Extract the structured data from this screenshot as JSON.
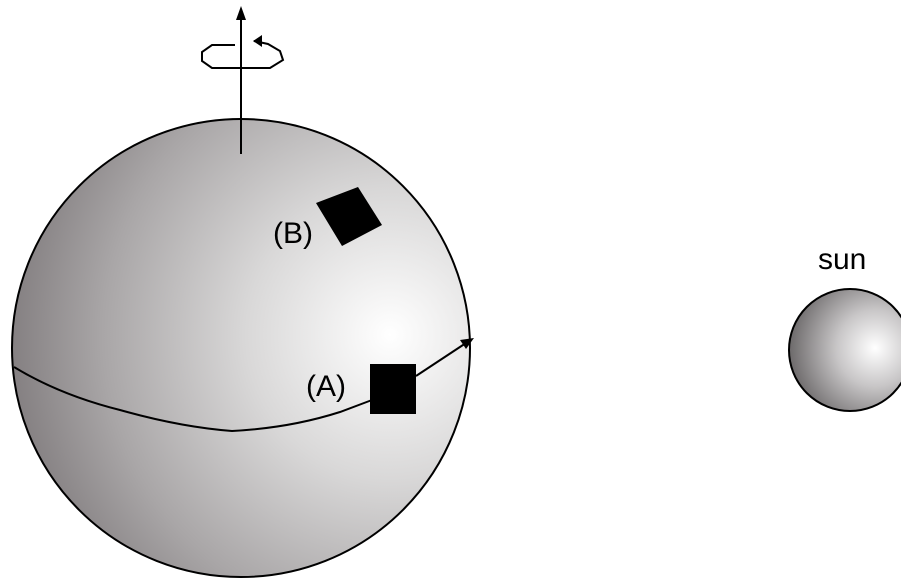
{
  "labels": {
    "region_a": "(A)",
    "region_b": "(B)",
    "sun": "sun"
  },
  "colors": {
    "planet_highlight": "#ffffff",
    "planet_mid": "#bdbbbc",
    "planet_shadow": "#787375",
    "sun_highlight": "#ffffff",
    "sun_shadow": "#6e6b6c",
    "ink": "#000000"
  },
  "icons": {
    "rotation_axis": "up-arrow-icon",
    "rotation_direction": "counterclockwise-rotation-icon",
    "motion_direction": "arrow-icon"
  }
}
